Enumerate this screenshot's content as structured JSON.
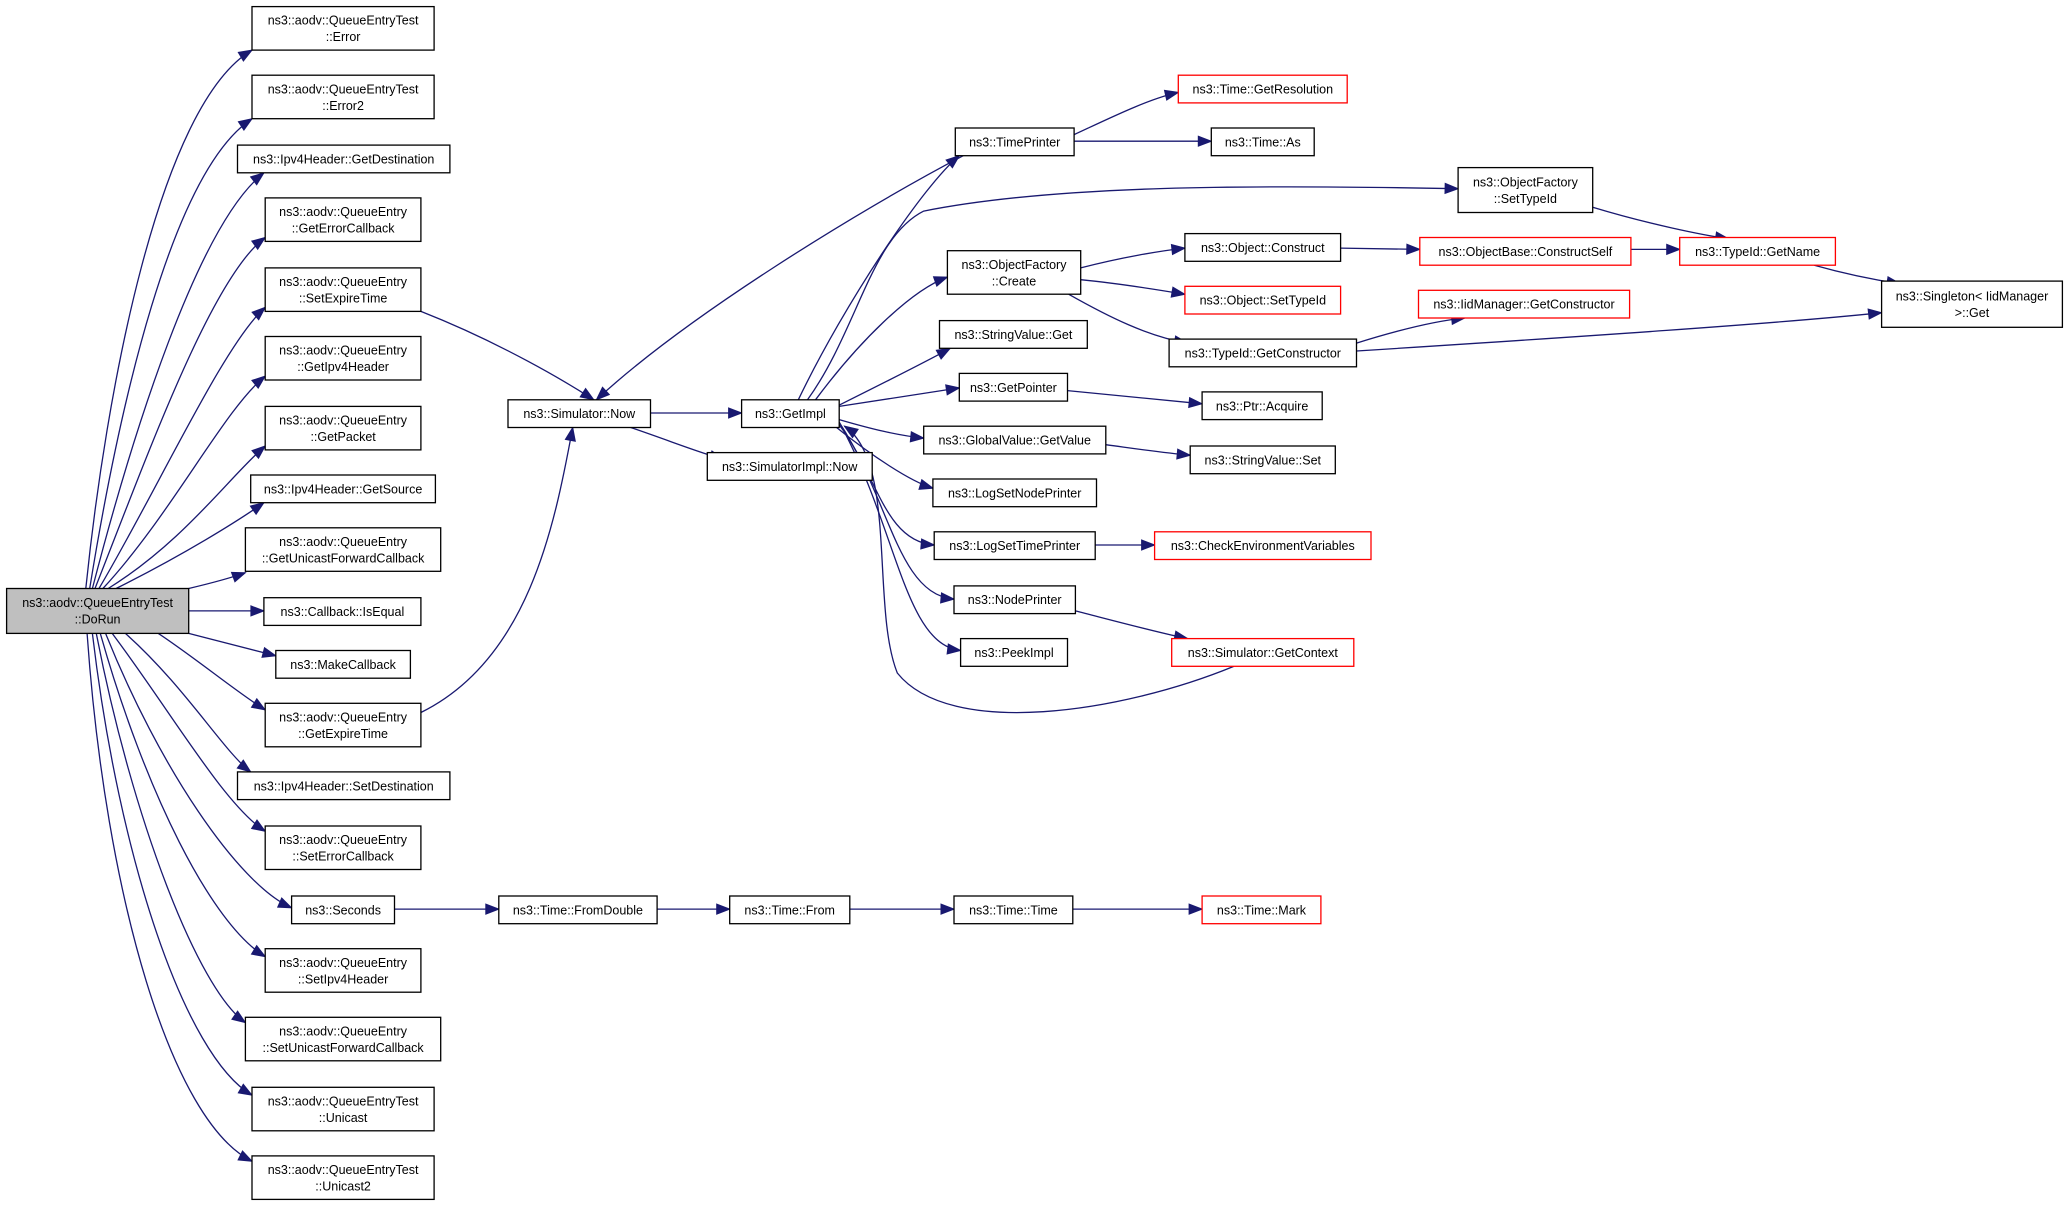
{
  "colors": {
    "edge": "#191970",
    "node_border": "#000000",
    "truncated_border": "#ff0000",
    "root_fill": "#bfbfbf"
  },
  "nodes": {
    "dorun": {
      "lines": [
        "ns3::aodv::QueueEntryTest",
        "::DoRun"
      ],
      "root": true
    },
    "error": {
      "lines": [
        "ns3::aodv::QueueEntryTest",
        "::Error"
      ]
    },
    "error2": {
      "lines": [
        "ns3::aodv::QueueEntryTest",
        "::Error2"
      ]
    },
    "getdest": {
      "lines": [
        "ns3::Ipv4Header::GetDestination"
      ]
    },
    "geterrcb": {
      "lines": [
        "ns3::aodv::QueueEntry",
        "::GetErrorCallback"
      ]
    },
    "setexpire": {
      "lines": [
        "ns3::aodv::QueueEntry",
        "::SetExpireTime"
      ]
    },
    "getipv4hdr": {
      "lines": [
        "ns3::aodv::QueueEntry",
        "::GetIpv4Header"
      ]
    },
    "getpacket": {
      "lines": [
        "ns3::aodv::QueueEntry",
        "::GetPacket"
      ]
    },
    "getsource": {
      "lines": [
        "ns3::Ipv4Header::GetSource"
      ]
    },
    "getucfwd": {
      "lines": [
        "ns3::aodv::QueueEntry",
        "::GetUnicastForwardCallback"
      ]
    },
    "isequal": {
      "lines": [
        "ns3::Callback::IsEqual"
      ]
    },
    "makecb": {
      "lines": [
        "ns3::MakeCallback"
      ]
    },
    "getexpire": {
      "lines": [
        "ns3::aodv::QueueEntry",
        "::GetExpireTime"
      ]
    },
    "setdest": {
      "lines": [
        "ns3::Ipv4Header::SetDestination"
      ]
    },
    "seterrcb": {
      "lines": [
        "ns3::aodv::QueueEntry",
        "::SetErrorCallback"
      ]
    },
    "seconds": {
      "lines": [
        "ns3::Seconds"
      ]
    },
    "setipv4hdr": {
      "lines": [
        "ns3::aodv::QueueEntry",
        "::SetIpv4Header"
      ]
    },
    "setucfwd": {
      "lines": [
        "ns3::aodv::QueueEntry",
        "::SetUnicastForwardCallback"
      ]
    },
    "unicast": {
      "lines": [
        "ns3::aodv::QueueEntryTest",
        "::Unicast"
      ]
    },
    "unicast2": {
      "lines": [
        "ns3::aodv::QueueEntryTest",
        "::Unicast2"
      ]
    },
    "simnow": {
      "lines": [
        "ns3::Simulator::Now"
      ]
    },
    "simimplnow": {
      "lines": [
        "ns3::SimulatorImpl::Now"
      ]
    },
    "getimpl": {
      "lines": [
        "ns3::GetImpl"
      ]
    },
    "timeprinter": {
      "lines": [
        "ns3::TimePrinter"
      ]
    },
    "getres": {
      "lines": [
        "ns3::Time::GetResolution"
      ],
      "red": true
    },
    "timeas": {
      "lines": [
        "ns3::Time::As"
      ]
    },
    "ofsettypeid": {
      "lines": [
        "ns3::ObjectFactory",
        "::SetTypeId"
      ]
    },
    "ofcreate": {
      "lines": [
        "ns3::ObjectFactory",
        "::Create"
      ]
    },
    "objconstruct": {
      "lines": [
        "ns3::Object::Construct"
      ]
    },
    "objbaseconstruct": {
      "lines": [
        "ns3::ObjectBase::ConstructSelf"
      ],
      "red": true
    },
    "typeidgetname": {
      "lines": [
        "ns3::TypeId::GetName"
      ],
      "red": true
    },
    "singletonget": {
      "lines": [
        "ns3::Singleton< IidManager",
        ">::Get"
      ]
    },
    "objsettypeid": {
      "lines": [
        "ns3::Object::SetTypeId"
      ],
      "red": true
    },
    "iidgetctor": {
      "lines": [
        "ns3::IidManager::GetConstructor"
      ],
      "red": true
    },
    "typeidgetctor": {
      "lines": [
        "ns3::TypeId::GetConstructor"
      ]
    },
    "stringvalueget": {
      "lines": [
        "ns3::StringValue::Get"
      ]
    },
    "getpointer": {
      "lines": [
        "ns3::GetPointer"
      ]
    },
    "ptracquire": {
      "lines": [
        "ns3::Ptr::Acquire"
      ]
    },
    "gvgetvalue": {
      "lines": [
        "ns3::GlobalValue::GetValue"
      ]
    },
    "stringvalueset": {
      "lines": [
        "ns3::StringValue::Set"
      ]
    },
    "logsetnode": {
      "lines": [
        "ns3::LogSetNodePrinter"
      ]
    },
    "logsettime": {
      "lines": [
        "ns3::LogSetTimePrinter"
      ]
    },
    "checkenv": {
      "lines": [
        "ns3::CheckEnvironmentVariables"
      ],
      "red": true
    },
    "nodeprinter": {
      "lines": [
        "ns3::NodePrinter"
      ]
    },
    "simgetctx": {
      "lines": [
        "ns3::Simulator::GetContext"
      ],
      "red": true
    },
    "peekimpl": {
      "lines": [
        "ns3::PeekImpl"
      ]
    },
    "fromdouble": {
      "lines": [
        "ns3::Time::FromDouble"
      ]
    },
    "timefrom": {
      "lines": [
        "ns3::Time::From"
      ]
    },
    "timetime": {
      "lines": [
        "ns3::Time::Time"
      ]
    },
    "timemark": {
      "lines": [
        "ns3::Time::Mark"
      ],
      "red": true
    }
  }
}
